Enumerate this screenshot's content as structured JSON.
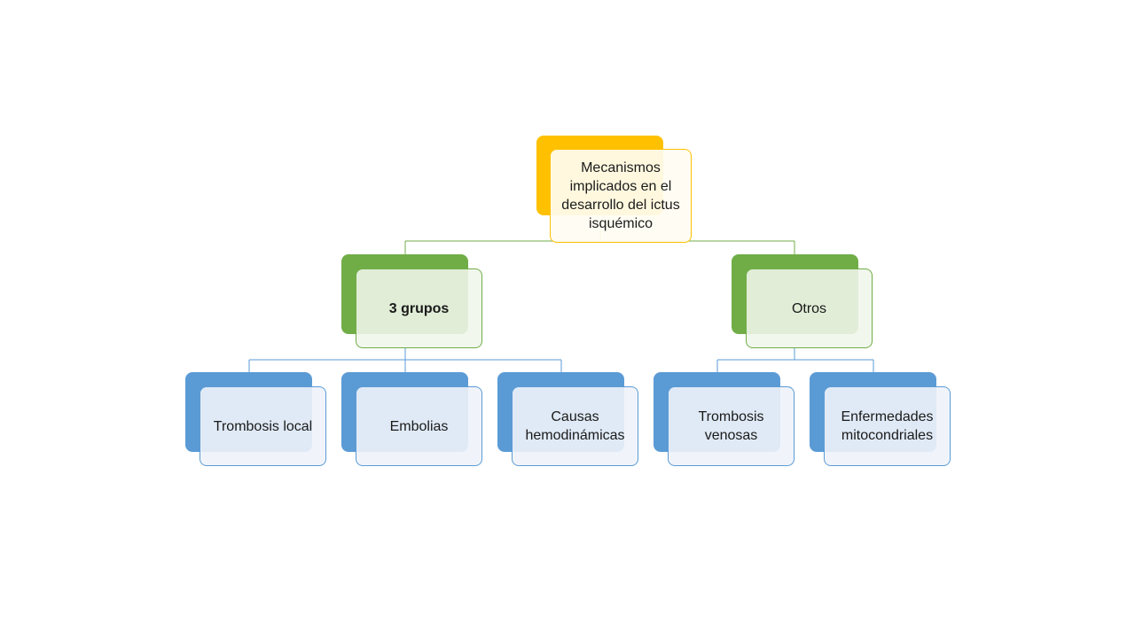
{
  "colors": {
    "root": "#ffc000",
    "level1": "#70ad47",
    "level2": "#5b9bd5"
  },
  "root": {
    "label": "Mecanismos implicados en el desarrollo del ictus isquémico"
  },
  "groups": [
    {
      "label": "3 grupos",
      "children": [
        {
          "label": "Trombosis local"
        },
        {
          "label": "Embolias"
        },
        {
          "label": "Causas hemodinámicas"
        }
      ]
    },
    {
      "label": "Otros",
      "children": [
        {
          "label": "Trombosis venosas"
        },
        {
          "label": "Enfermedades mitocondriales"
        }
      ]
    }
  ]
}
